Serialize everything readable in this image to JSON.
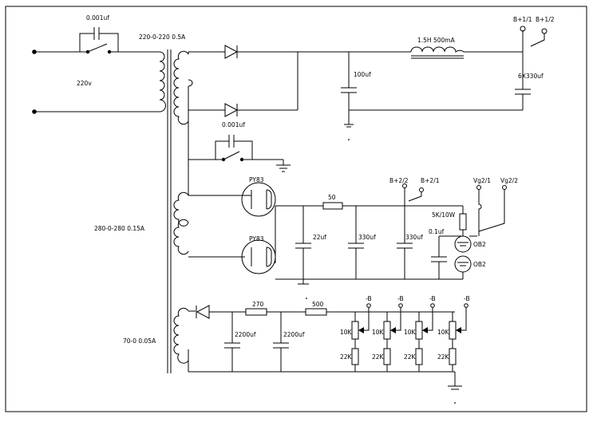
{
  "labels": {
    "cap_0_001_top": "0.001uf",
    "mains_voltage": "220v",
    "secondary_220": "220-0-220  0.5A",
    "inductor": "1.5H  500mA",
    "b1_1": "B+1/1",
    "b1_2": "B+1/2",
    "cap_100": "100uf",
    "cap_6x330": "6X330uf",
    "cap_0_001_mid": "0.001uf",
    "tube_top": "PY83",
    "tube_bottom": "PY83",
    "secondary_280": "280-0-280  0.15A",
    "res_50": "50",
    "b2_2": "B+2/2",
    "b2_1": "B+2/1",
    "vg2_1": "Vg2/1",
    "vg2_2": "Vg2/2",
    "res_5k": "5K/10W",
    "cap_0_1": "0.1uf",
    "ob2_top": "OB2",
    "ob2_bottom": "OB2",
    "cap_22": "22uf",
    "cap_330_a": "330uf",
    "cap_330_b": "330uf",
    "secondary_70": "70-0  0.05A",
    "res_270": "270",
    "res_500": "500",
    "cap_2200_a": "2200uf",
    "cap_2200_b": "2200uf",
    "neg_b_1": "-B",
    "neg_b_2": "-B",
    "neg_b_3": "-B",
    "neg_b_4": "-B",
    "pot_10k_1": "10K",
    "pot_10k_2": "10K",
    "pot_10k_3": "10K",
    "pot_10k_4": "10K",
    "res_22k_1": "22K",
    "res_22k_2": "22K",
    "res_22k_3": "22K",
    "res_22k_4": "22K"
  }
}
